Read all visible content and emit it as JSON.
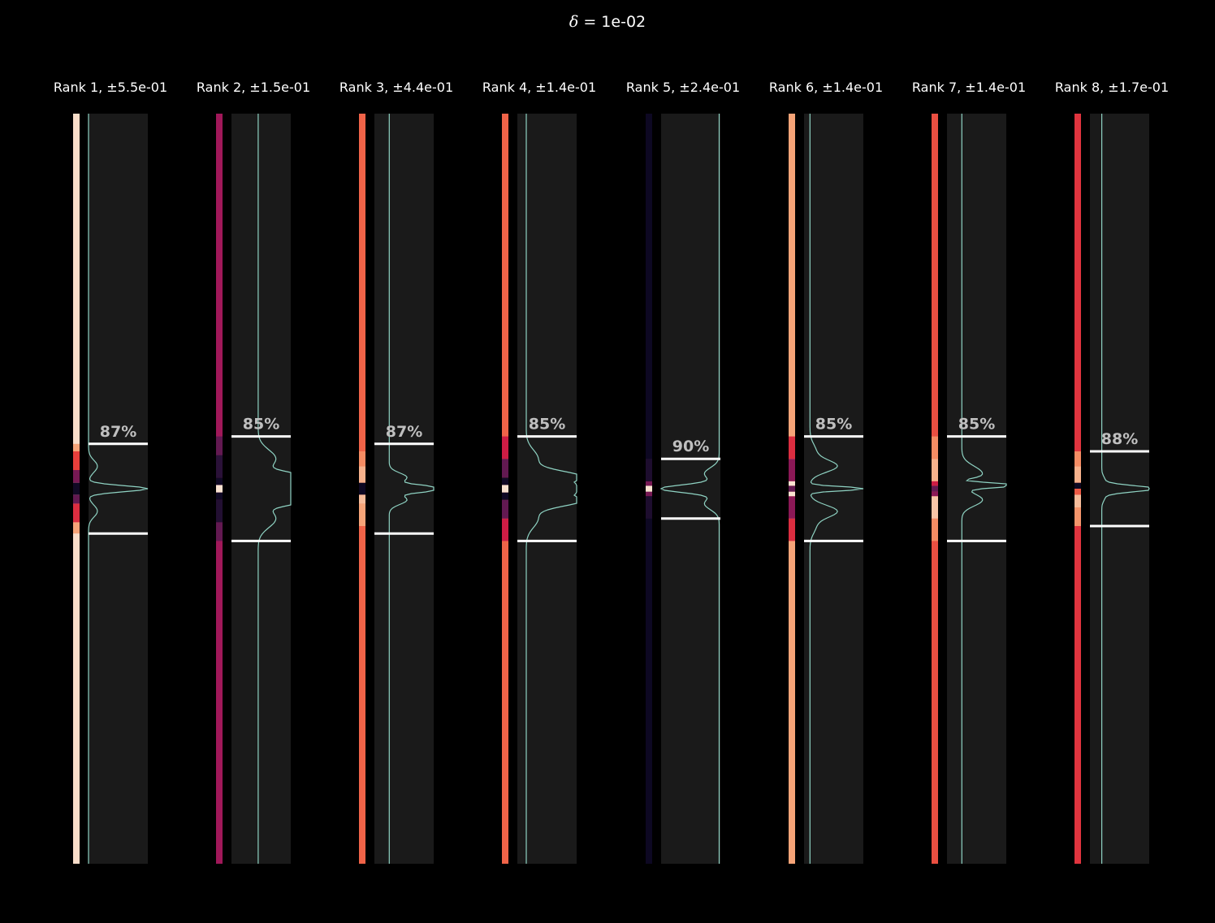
{
  "figure": {
    "suptitle_symbol": "δ",
    "suptitle_rest": " = 1e-02",
    "background": "#000000",
    "panel_background": "#1a1a1a",
    "curve_color": "#8fd3c3",
    "interval_line_color": "#ffffff",
    "percent_label_color": "#bfbfbf",
    "colormap": "rocket"
  },
  "chart_data": [
    {
      "type": "line",
      "title": "Rank 1, ±5.5e-01",
      "rank": 1,
      "range": "±5.5e-01",
      "coverage_label": "87%",
      "interval": [
        -0.6,
        0.6
      ],
      "profile": {
        "baseline": 0.0,
        "center": 0.0,
        "peaks": [
          [
            0.0,
            1.0,
            0.04
          ],
          [
            -0.3,
            0.15,
            0.08
          ],
          [
            0.3,
            0.15,
            0.08
          ]
        ]
      },
      "strip_base_level": 0.97,
      "strip_bands": [
        [
          -0.6,
          -0.45,
          0.85
        ],
        [
          -0.45,
          -0.2,
          0.6
        ],
        [
          -0.2,
          -0.08,
          0.3
        ],
        [
          -0.08,
          0.08,
          0.05
        ],
        [
          0.08,
          0.25,
          0.35
        ],
        [
          0.25,
          0.5,
          0.65
        ],
        [
          0.5,
          0.6,
          0.85
        ]
      ]
    },
    {
      "type": "line",
      "title": "Rank 2, ±1.5e-01",
      "rank": 2,
      "range": "±1.5e-01",
      "coverage_label": "85%",
      "interval": [
        -0.7,
        0.7
      ],
      "profile": {
        "baseline": 0.45,
        "center": 0.0,
        "peaks": [
          [
            0.0,
            1.0,
            0.04
          ],
          [
            -0.15,
            0.9,
            0.06
          ],
          [
            0.15,
            0.9,
            0.06
          ],
          [
            -0.4,
            0.3,
            0.12
          ],
          [
            0.4,
            0.3,
            0.12
          ]
        ]
      },
      "strip_base_level": 0.45,
      "strip_bands": [
        [
          -0.7,
          -0.45,
          0.3
        ],
        [
          -0.45,
          -0.15,
          0.12
        ],
        [
          -0.15,
          -0.05,
          0.05
        ],
        [
          -0.05,
          0.05,
          0.98
        ],
        [
          0.05,
          0.15,
          0.05
        ],
        [
          0.15,
          0.45,
          0.15
        ],
        [
          0.45,
          0.7,
          0.3
        ]
      ]
    },
    {
      "type": "line",
      "title": "Rank 3, ±4.4e-01",
      "rank": 3,
      "range": "±4.4e-01",
      "coverage_label": "87%",
      "interval": [
        -0.6,
        0.6
      ],
      "profile": {
        "baseline": 0.25,
        "center": 0.0,
        "peaks": [
          [
            0.0,
            1.0,
            0.04
          ],
          [
            -0.15,
            0.3,
            0.06
          ],
          [
            0.15,
            0.3,
            0.06
          ]
        ]
      },
      "strip_base_level": 0.72,
      "strip_bands": [
        [
          -0.5,
          -0.2,
          0.85
        ],
        [
          -0.2,
          -0.08,
          0.9
        ],
        [
          -0.08,
          0.08,
          0.04
        ],
        [
          0.08,
          0.3,
          0.88
        ],
        [
          0.3,
          0.5,
          0.8
        ]
      ]
    },
    {
      "type": "line",
      "title": "Rank 4, ±1.4e-01",
      "rank": 4,
      "range": "±1.4e-01",
      "coverage_label": "85%",
      "interval": [
        -0.7,
        0.7
      ],
      "profile": {
        "baseline": 0.15,
        "center": 0.0,
        "peaks": [
          [
            0.0,
            1.0,
            0.04
          ],
          [
            -0.15,
            0.95,
            0.08
          ],
          [
            0.15,
            0.95,
            0.08
          ],
          [
            -0.4,
            0.2,
            0.12
          ],
          [
            0.4,
            0.2,
            0.12
          ]
        ]
      },
      "strip_base_level": 0.72,
      "strip_bands": [
        [
          -0.7,
          -0.4,
          0.55
        ],
        [
          -0.4,
          -0.15,
          0.3
        ],
        [
          -0.15,
          -0.05,
          0.05
        ],
        [
          -0.05,
          0.05,
          0.98
        ],
        [
          0.05,
          0.15,
          0.05
        ],
        [
          0.15,
          0.4,
          0.3
        ],
        [
          0.4,
          0.7,
          0.55
        ]
      ]
    },
    {
      "type": "line",
      "title": "Rank 5, ±2.4e-01",
      "rank": 5,
      "range": "±2.4e-01",
      "coverage_label": "90%",
      "interval": [
        -0.4,
        0.4
      ],
      "profile": {
        "baseline": 0.98,
        "center": 0.0,
        "peaks": [
          [
            0.0,
            -0.98,
            0.05
          ],
          [
            -0.2,
            -0.25,
            0.08
          ],
          [
            0.2,
            -0.25,
            0.08
          ]
        ]
      },
      "strip_base_level": 0.04,
      "strip_bands": [
        [
          -0.4,
          -0.1,
          0.1
        ],
        [
          -0.1,
          -0.04,
          0.35
        ],
        [
          -0.04,
          0.04,
          0.98
        ],
        [
          0.04,
          0.1,
          0.35
        ],
        [
          0.1,
          0.4,
          0.1
        ]
      ]
    },
    {
      "type": "line",
      "title": "Rank 6, ±1.4e-01",
      "rank": 6,
      "range": "±1.4e-01",
      "coverage_label": "85%",
      "interval": [
        -0.7,
        0.7
      ],
      "profile": {
        "baseline": 0.1,
        "center": 0.0,
        "peaks": [
          [
            0.0,
            1.0,
            0.025
          ],
          [
            -0.1,
            0.0,
            0.04
          ],
          [
            -0.3,
            0.45,
            0.08
          ],
          [
            0.3,
            0.45,
            0.08
          ],
          [
            -0.5,
            0.1,
            0.1
          ],
          [
            0.5,
            0.1,
            0.1
          ]
        ]
      },
      "strip_base_level": 0.85,
      "strip_bands": [
        [
          -0.7,
          -0.4,
          0.6
        ],
        [
          -0.4,
          -0.1,
          0.4
        ],
        [
          -0.1,
          -0.04,
          0.98
        ],
        [
          -0.04,
          0.04,
          0.3
        ],
        [
          0.04,
          0.1,
          0.98
        ],
        [
          0.1,
          0.4,
          0.4
        ],
        [
          0.4,
          0.7,
          0.6
        ]
      ]
    },
    {
      "type": "line",
      "title": "Rank 7, ±1.4e-01",
      "rank": 7,
      "range": "±1.4e-01",
      "coverage_label": "85%",
      "interval": [
        -0.7,
        0.7
      ],
      "profile": {
        "baseline": 0.25,
        "center": 0.0,
        "peaks": [
          [
            0.05,
            0.95,
            0.03
          ],
          [
            0.1,
            -0.3,
            0.03
          ],
          [
            -0.15,
            0.35,
            0.08
          ],
          [
            0.2,
            0.35,
            0.1
          ]
        ]
      },
      "strip_base_level": 0.68,
      "strip_bands": [
        [
          -0.7,
          -0.4,
          0.8
        ],
        [
          -0.4,
          -0.1,
          0.92
        ],
        [
          -0.1,
          -0.04,
          0.4
        ],
        [
          -0.04,
          0.04,
          0.3
        ],
        [
          0.04,
          0.1,
          0.55
        ],
        [
          0.1,
          0.4,
          0.88
        ],
        [
          0.4,
          0.7,
          0.8
        ]
      ]
    },
    {
      "type": "line",
      "title": "Rank 8, ±1.7e-01",
      "rank": 8,
      "range": "±1.7e-01",
      "coverage_label": "88%",
      "interval": [
        -0.5,
        0.5
      ],
      "profile": {
        "baseline": 0.2,
        "center": 0.0,
        "peaks": [
          [
            0.0,
            0.9,
            0.04
          ],
          [
            -0.12,
            0.05,
            0.05
          ],
          [
            0.12,
            0.05,
            0.05
          ]
        ]
      },
      "strip_base_level": 0.62,
      "strip_bands": [
        [
          -0.5,
          -0.25,
          0.82
        ],
        [
          -0.25,
          -0.08,
          0.9
        ],
        [
          -0.08,
          0.0,
          0.7
        ],
        [
          0.0,
          0.08,
          0.04
        ],
        [
          0.08,
          0.3,
          0.88
        ],
        [
          0.3,
          0.5,
          0.8
        ]
      ]
    }
  ]
}
